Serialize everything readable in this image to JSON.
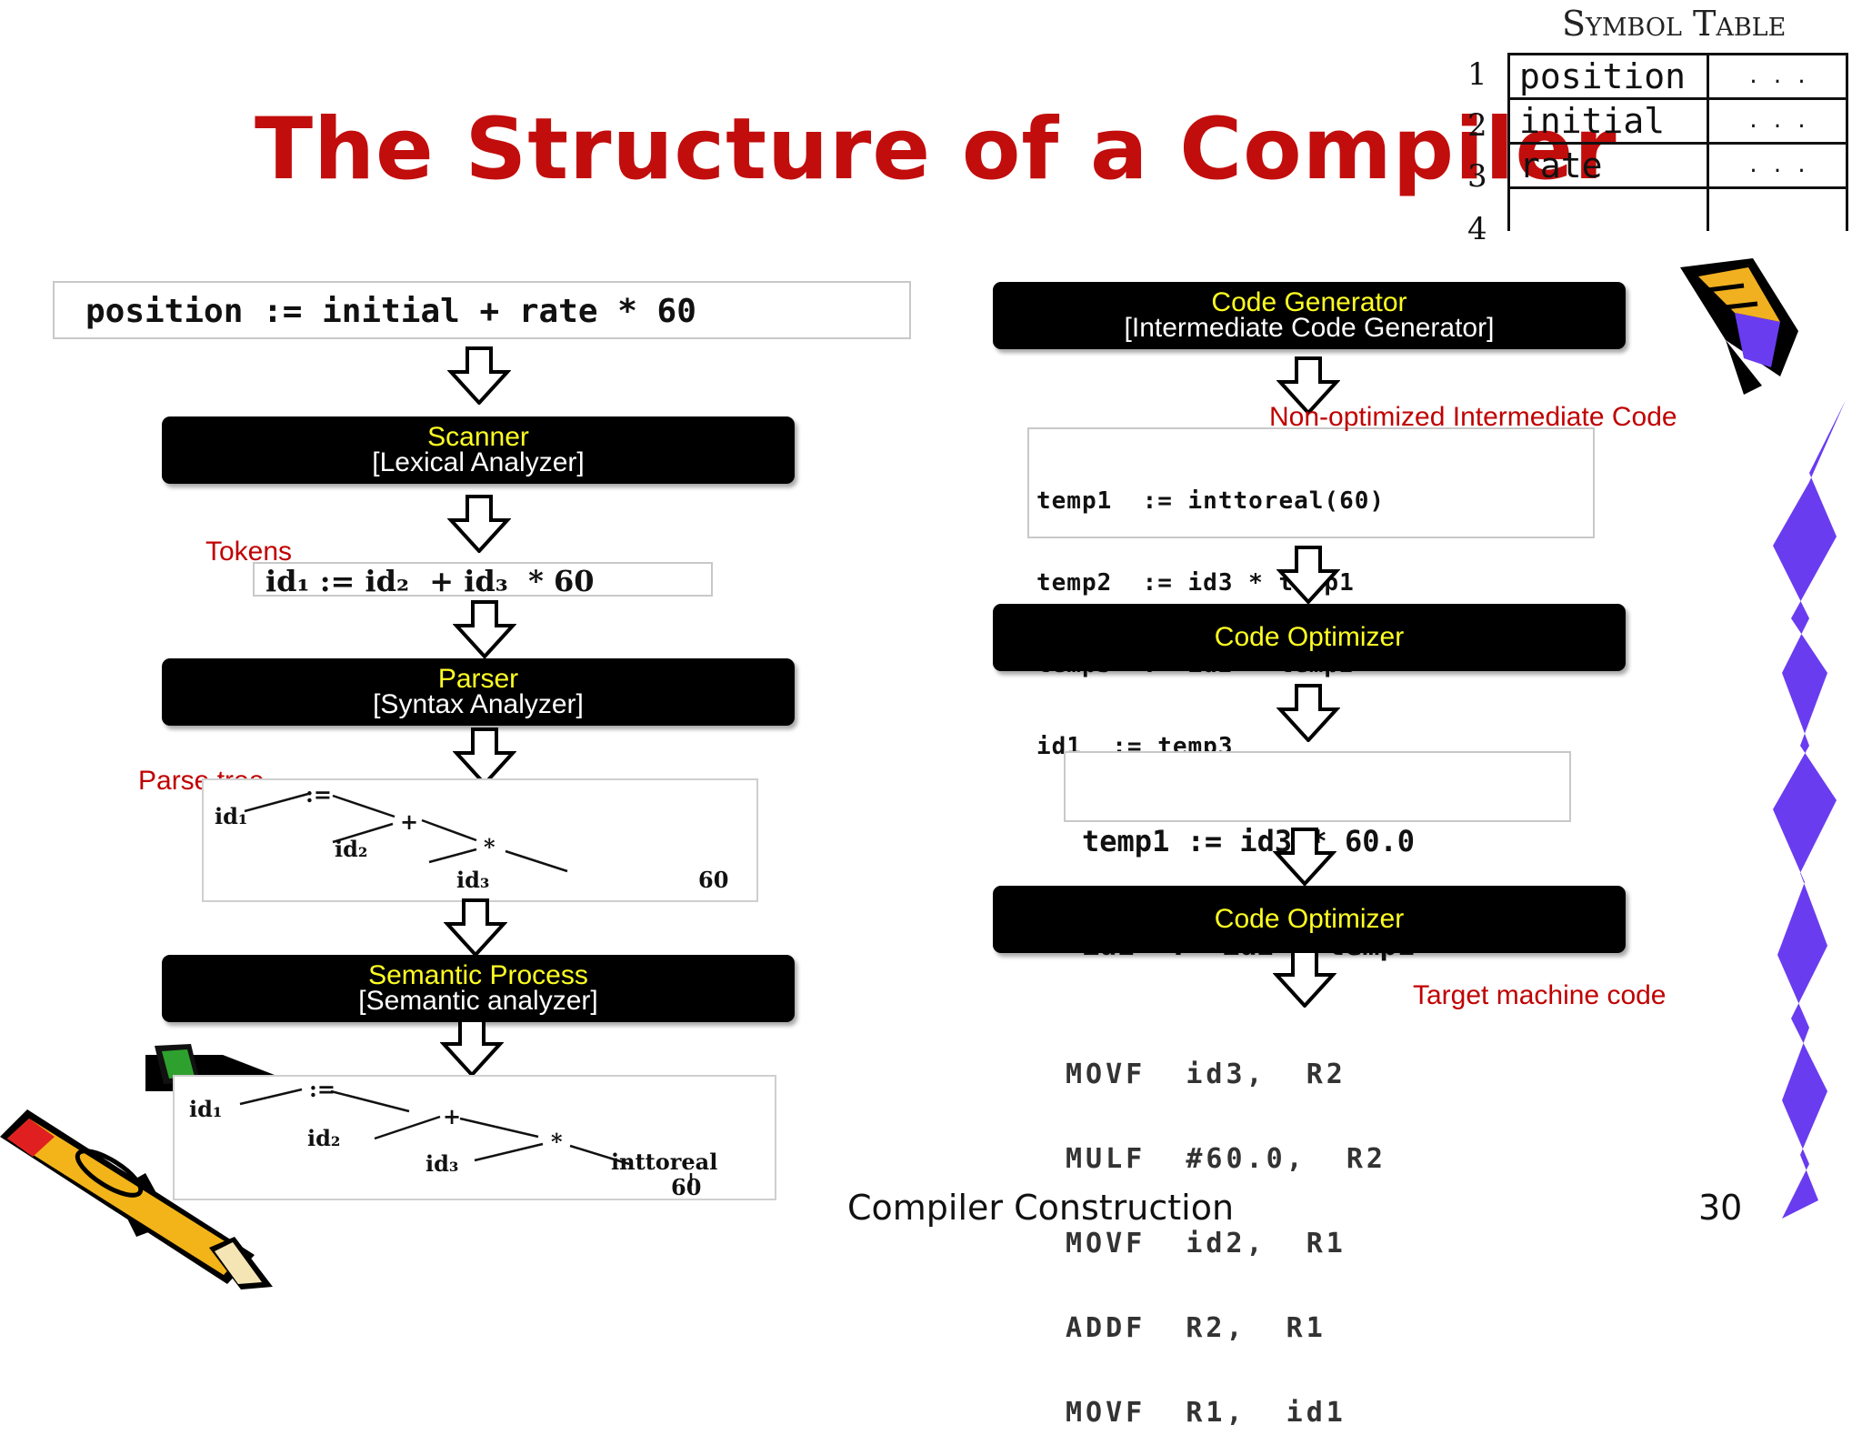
{
  "slide": {
    "title": "The Structure of a Compiler",
    "footer": "Compiler Construction",
    "page_number": "30"
  },
  "symbol_table": {
    "title": "Symbol Table",
    "rows": [
      {
        "num": "1",
        "name": "position",
        "attr": ". . ."
      },
      {
        "num": "2",
        "name": "initial",
        "attr": ". . ."
      },
      {
        "num": "3",
        "name": "rate",
        "attr": ". . ."
      },
      {
        "num": "4",
        "name": "",
        "attr": ""
      }
    ]
  },
  "left": {
    "source": "position := initial + rate * 60",
    "scanner": {
      "name": "Scanner",
      "desc": "[Lexical Analyzer]"
    },
    "tokens_label": "Tokens",
    "tokens": "id₁ := id₂  + id₃  * 60",
    "parser": {
      "name": "Parser",
      "desc": "[Syntax Analyzer]"
    },
    "parse_tree_label": "Parse tree",
    "parse_tree": {
      "assign": ":=",
      "id1": "id₁",
      "plus": "+",
      "id2": "id₂",
      "times": "*",
      "id3": "id₃",
      "num": "60"
    },
    "semantic": {
      "name": "Semantic Process",
      "desc": "[Semantic analyzer]"
    },
    "semantic_tree": {
      "assign": ":=",
      "id1": "id₁",
      "plus": "+",
      "id2": "id₂",
      "times": "*",
      "id3": "id₃",
      "conv": "inttoreal",
      "num": "60"
    }
  },
  "right": {
    "codegen": {
      "name": "Code Generator",
      "desc": "[Intermediate Code Generator]"
    },
    "intermediate_label": "Non-optimized Intermediate Code",
    "intermediate_code": [
      "temp1  := inttoreal(60)",
      "temp2  := id3 * temp1",
      "temp3  := id2 + temp2",
      "id1  := temp3"
    ],
    "optimizer1": {
      "name": "Code Optimizer"
    },
    "optimized_code": [
      "temp1 := id3 * 60.0",
      "id1  := id2 + temp1"
    ],
    "optimizer2": {
      "name": "Code Optimizer"
    },
    "target_label": "Target machine code",
    "target_code": [
      "MOVF  id3,  R2",
      "MULF  #60.0,  R2",
      "MOVF  id2,  R1",
      "ADDF  R2,  R1",
      "MOVF  R1,  id1"
    ]
  },
  "colors": {
    "title": "#c20d0d",
    "stage_name": "#ffff22",
    "label_red": "#c00000",
    "squiggle": "#6a3cf0"
  }
}
